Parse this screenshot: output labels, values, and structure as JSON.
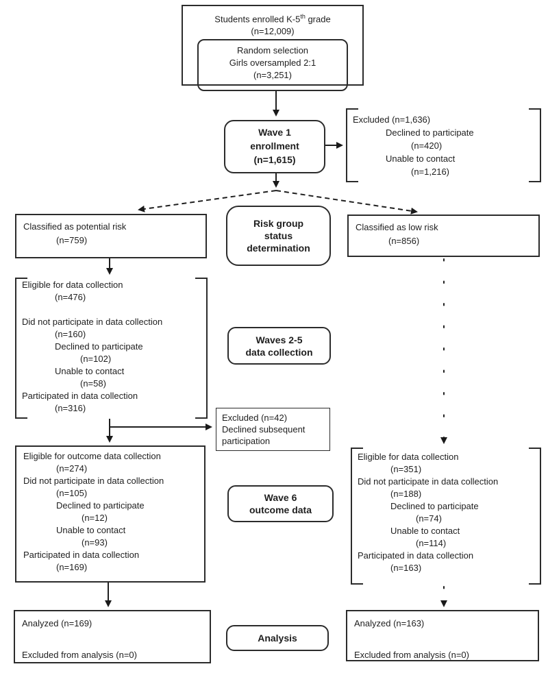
{
  "colors": {
    "line": "#2b2b2b",
    "text": "#1e1e1e",
    "background": "#ffffff"
  },
  "diagram": {
    "top": {
      "l1_pre": "Students enrolled K-5",
      "l1_sup": "th",
      "l1_post": " grade",
      "l2": "(n=12,009)"
    },
    "random": {
      "lines": [
        "Random selection",
        "Girls oversampled 2:1",
        "(n=3,251)"
      ]
    },
    "wave1": {
      "lines": [
        "Wave 1",
        "enrollment",
        "(n=1,615)"
      ]
    },
    "excluded_wave1": {
      "lines": [
        {
          "text": "Excluded  (n=1,636)",
          "indent": 0
        },
        {
          "text": "Declined to participate",
          "indent": 1
        },
        {
          "text": "(n=420)",
          "indent": 2
        },
        {
          "text": "Unable to contact",
          "indent": 1
        },
        {
          "text": "(n=1,216)",
          "indent": 2
        }
      ]
    },
    "risk_potential": {
      "lines": [
        {
          "text": "Classified as potential risk",
          "indent": 0
        },
        {
          "text": "(n=759)",
          "indent": 1
        }
      ]
    },
    "risk_low": {
      "lines": [
        {
          "text": "Classified as low risk",
          "indent": 0
        },
        {
          "text": "(n=856)",
          "indent": 1
        }
      ]
    },
    "stages": {
      "risk_group": {
        "lines": [
          "Risk group",
          "status",
          "determination"
        ]
      },
      "waves25": {
        "lines": [
          "Waves 2-5",
          "data collection"
        ]
      },
      "wave6": {
        "lines": [
          "Wave 6",
          "outcome data"
        ]
      },
      "analysis": {
        "lines": [
          "Analysis"
        ]
      }
    },
    "waves_left": {
      "lines": [
        {
          "text": "Eligible for data collection",
          "indent": 0
        },
        {
          "text": "(n=476)",
          "indent": 1
        },
        {
          "text": "",
          "indent": 0
        },
        {
          "text": "Did not participate in data collection",
          "indent": 0
        },
        {
          "text": "(n=160)",
          "indent": 1
        },
        {
          "text": "Declined to participate",
          "indent": 1
        },
        {
          "text": "(n=102)",
          "indent": 2
        },
        {
          "text": "Unable to contact",
          "indent": 1
        },
        {
          "text": "(n=58)",
          "indent": 2
        },
        {
          "text": "Participated in data collection",
          "indent": 0
        },
        {
          "text": "(n=316)",
          "indent": 1
        }
      ]
    },
    "excluded_42": {
      "lines": [
        {
          "text": "Excluded  (n=42)",
          "indent": 0
        },
        {
          "text": "Declined subsequent",
          "indent": 0
        },
        {
          "text": "participation",
          "indent": 0
        }
      ]
    },
    "outcome_left": {
      "lines": [
        {
          "text": "Eligible for outcome data collection",
          "indent": 0
        },
        {
          "text": "(n=274)",
          "indent": 1
        },
        {
          "text": "Did not participate in data collection",
          "indent": 0
        },
        {
          "text": "(n=105)",
          "indent": 1
        },
        {
          "text": "Declined to participate",
          "indent": 1
        },
        {
          "text": "(n=12)",
          "indent": 2
        },
        {
          "text": "Unable to contact",
          "indent": 1
        },
        {
          "text": "(n=93)",
          "indent": 2
        },
        {
          "text": "Participated in data collection",
          "indent": 0
        },
        {
          "text": "(n=169)",
          "indent": 1
        }
      ]
    },
    "outcome_right": {
      "lines": [
        {
          "text": "Eligible for data collection",
          "indent": 0
        },
        {
          "text": "(n=351)",
          "indent": 1
        },
        {
          "text": "Did not participate in data collection",
          "indent": 0
        },
        {
          "text": "(n=188)",
          "indent": 1
        },
        {
          "text": "Declined to participate",
          "indent": 1
        },
        {
          "text": "(n=74)",
          "indent": 2
        },
        {
          "text": "Unable to contact",
          "indent": 1
        },
        {
          "text": "(n=114)",
          "indent": 2
        },
        {
          "text": "Participated in data collection",
          "indent": 0
        },
        {
          "text": "(n=163)",
          "indent": 1
        }
      ]
    },
    "analyzed_left": {
      "lines": [
        {
          "text": "Analyzed  (n=169)",
          "indent": 0
        },
        {
          "text": "",
          "indent": 0
        },
        {
          "text": "Excluded from analysis  (n=0)",
          "indent": 0
        }
      ]
    },
    "analyzed_right": {
      "lines": [
        {
          "text": "Analyzed  (n=163)",
          "indent": 0
        },
        {
          "text": "",
          "indent": 0
        },
        {
          "text": "Excluded from analysis  (n=0)",
          "indent": 0
        }
      ]
    }
  }
}
